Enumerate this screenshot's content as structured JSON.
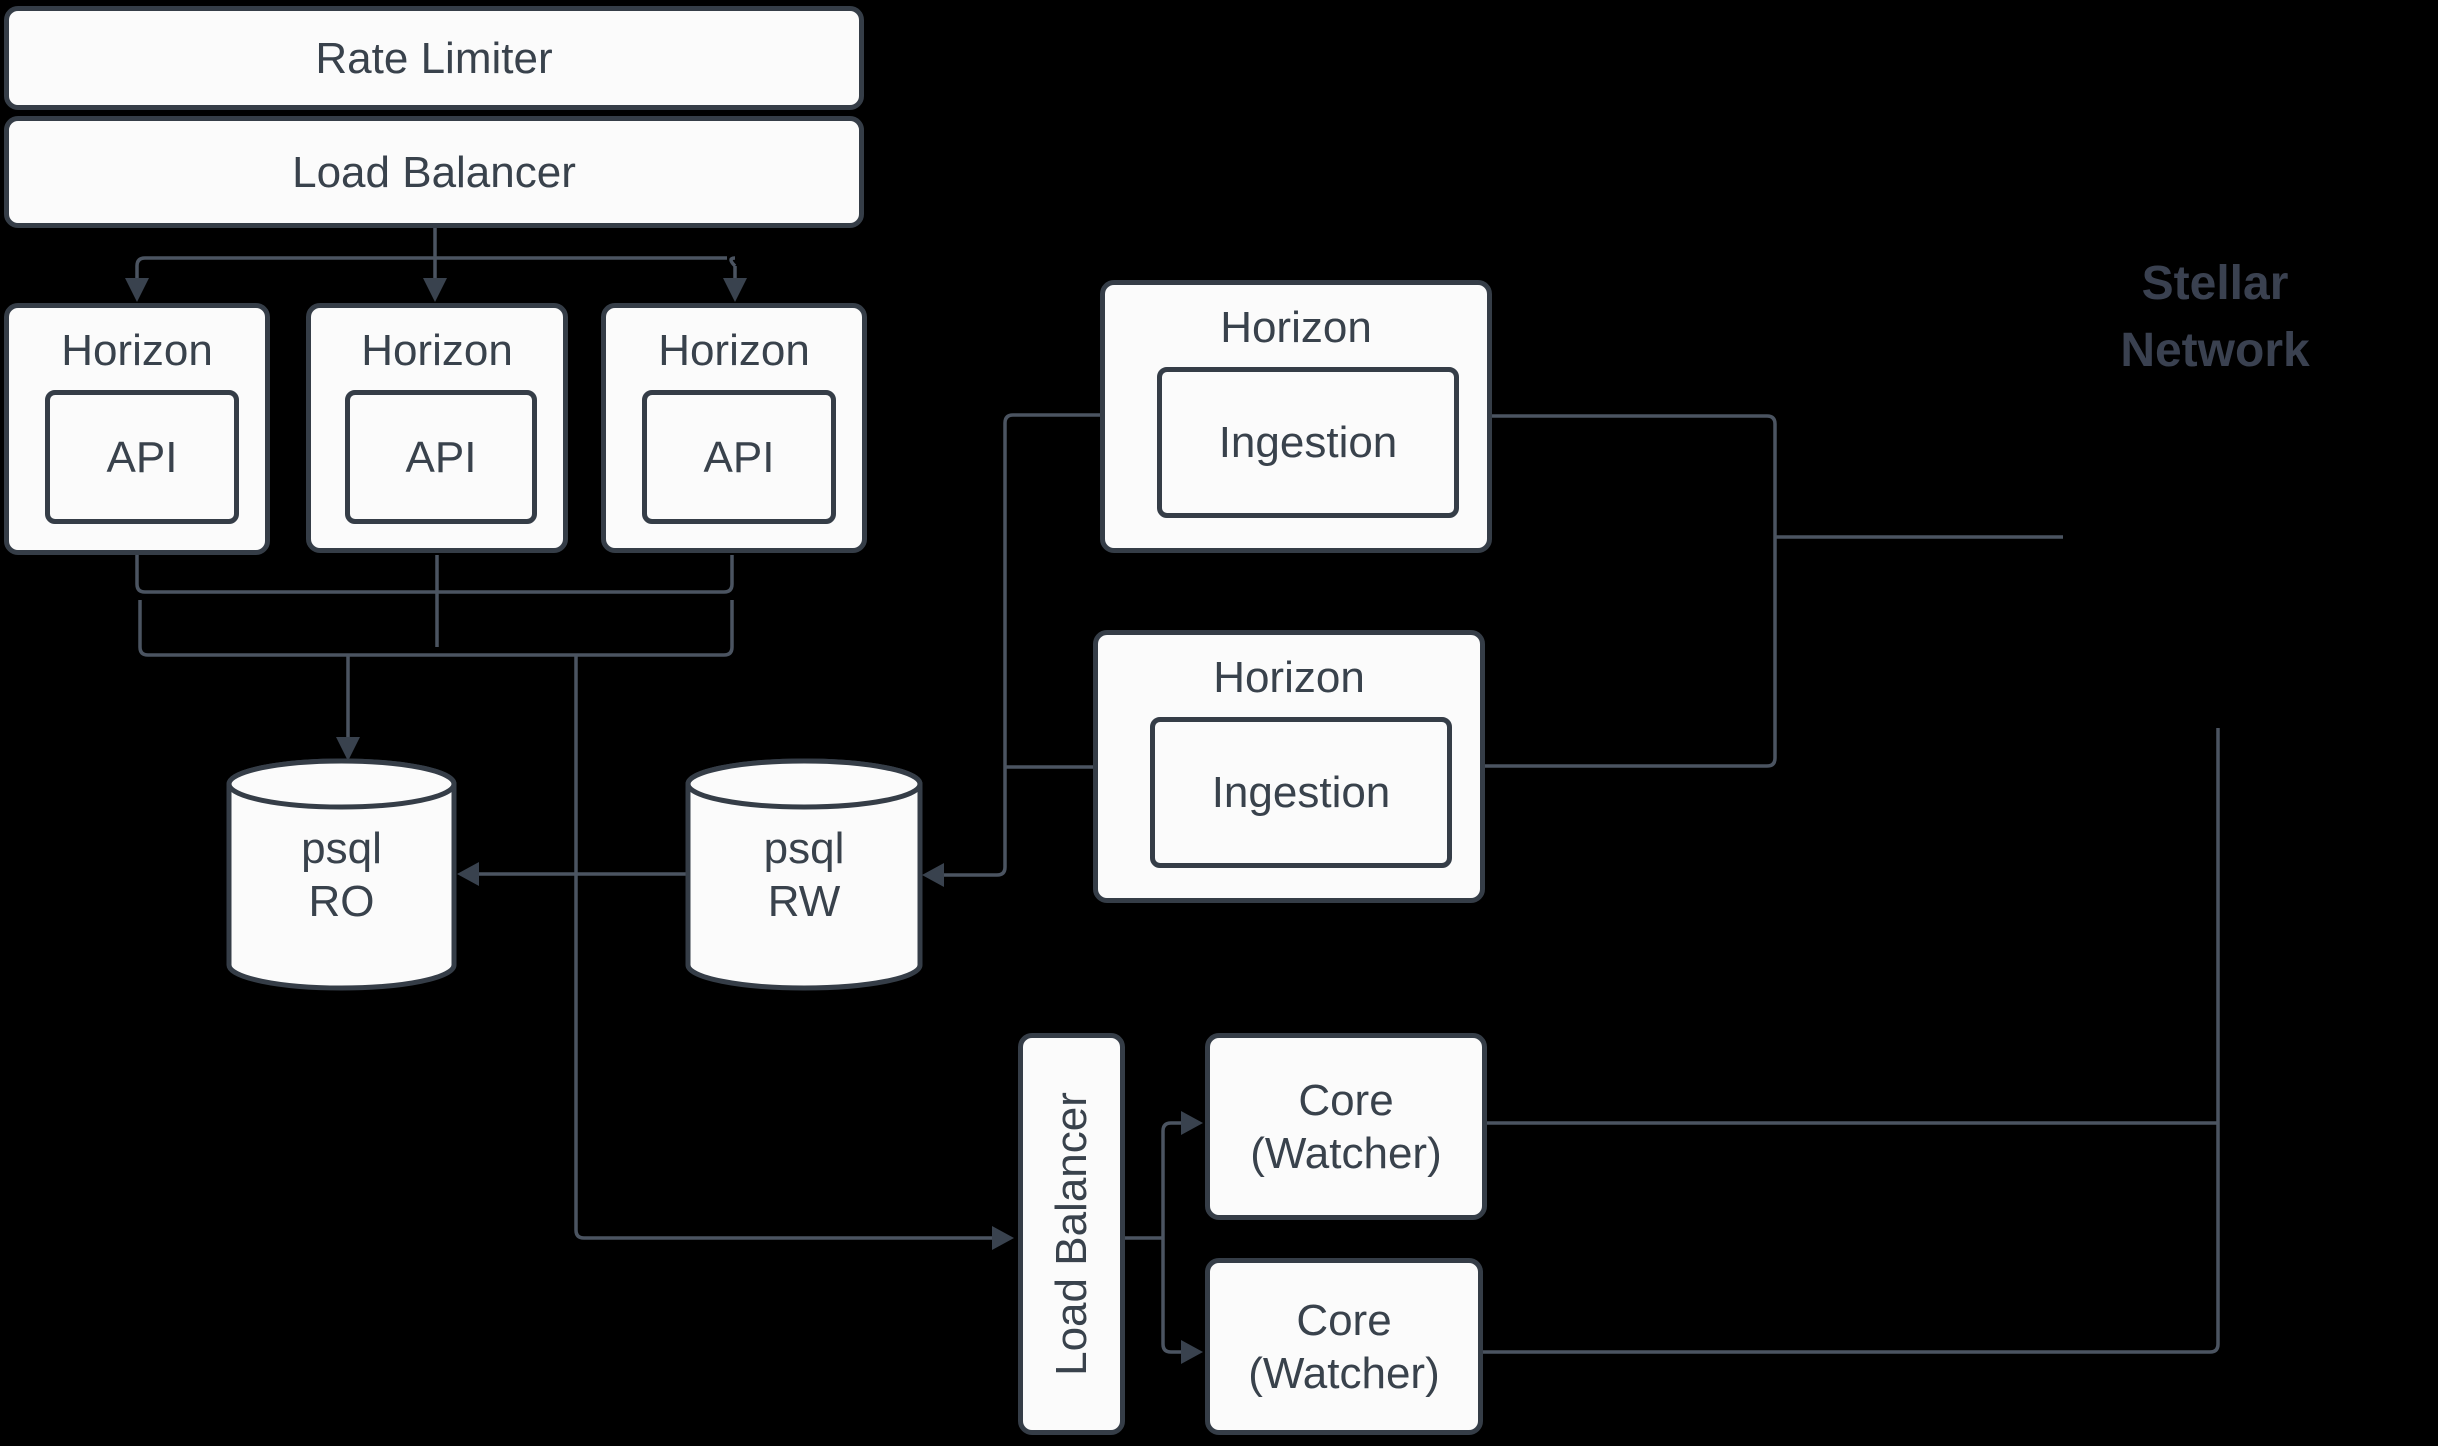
{
  "diagram": {
    "background_color": "#000000",
    "node_fill_color": "#fbfbfb",
    "node_border_color": "#353d47",
    "connector_color": "#4b5461",
    "text_color": "#39424c",
    "nodes": {
      "rate_limiter": {
        "label": "Rate Limiter"
      },
      "load_balancer_top": {
        "label": "Load Balancer"
      },
      "horizon_api_1": {
        "title": "Horizon",
        "child": "API"
      },
      "horizon_api_2": {
        "title": "Horizon",
        "child": "API"
      },
      "horizon_api_3": {
        "title": "Horizon",
        "child": "API"
      },
      "horizon_ingestion_1": {
        "title": "Horizon",
        "child": "Ingestion"
      },
      "horizon_ingestion_2": {
        "title": "Horizon",
        "child": "Ingestion"
      },
      "psql_ro": {
        "label": "psql\nRO"
      },
      "psql_rw": {
        "label": "psql\nRW"
      },
      "load_balancer_core": {
        "label": "Load Balancer"
      },
      "core_watcher_1": {
        "label": "Core\n(Watcher)"
      },
      "core_watcher_2": {
        "label": "Core\n(Watcher)"
      },
      "stellar_network": {
        "label": "Stellar\nNetwork"
      }
    }
  }
}
